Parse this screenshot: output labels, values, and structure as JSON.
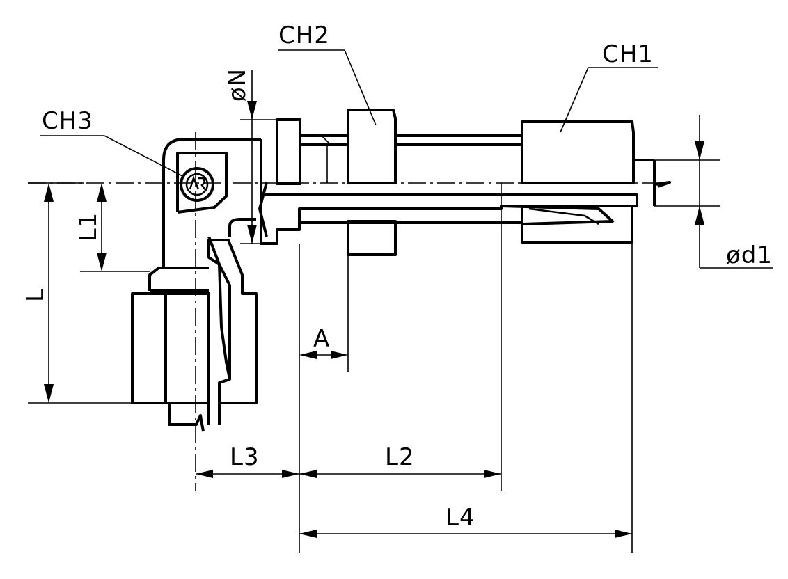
{
  "labels": {
    "ch1": "CH1",
    "ch2": "CH2",
    "ch3": "CH3",
    "dia_n": "øN",
    "dia_d1": "ød1",
    "l": "L",
    "l1": "L1",
    "l2": "L2",
    "l3": "L3",
    "l4": "L4",
    "a": "A"
  }
}
